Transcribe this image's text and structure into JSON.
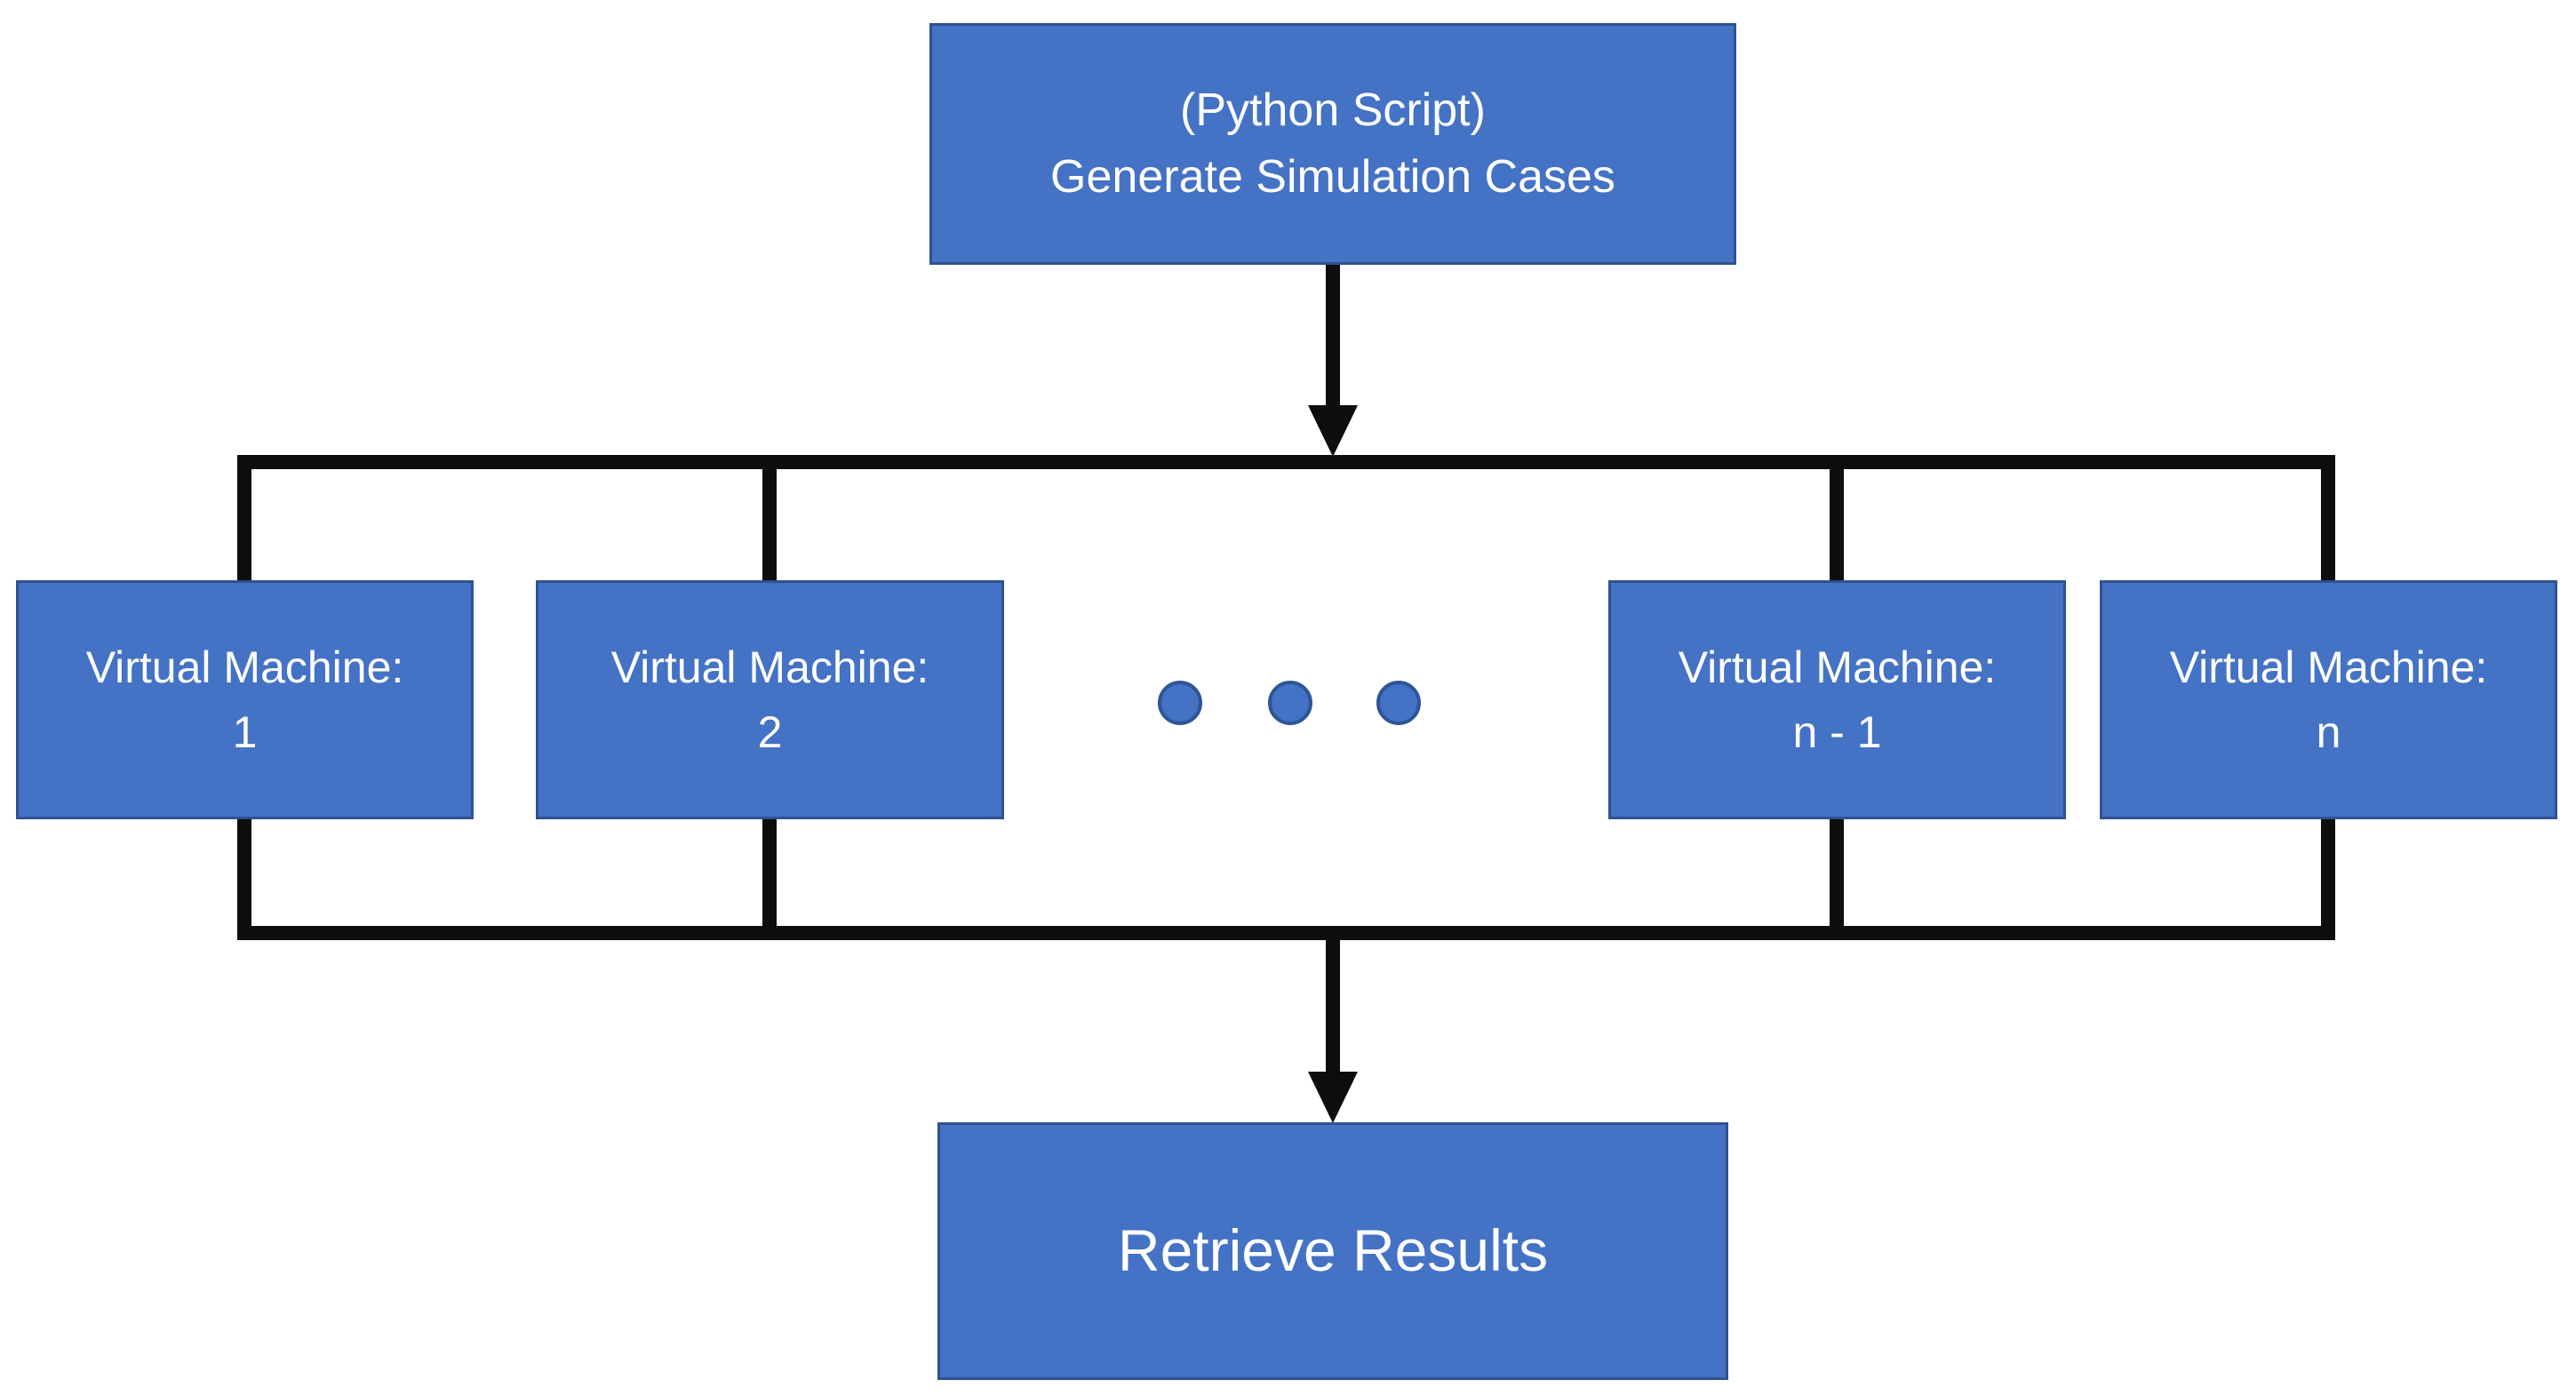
{
  "diagram": {
    "type": "flowchart",
    "nodes": {
      "generator": {
        "line1": "(Python Script)",
        "line2": "Generate Simulation Cases"
      },
      "vm1": {
        "line1": "Virtual Machine:",
        "line2": "1"
      },
      "vm2": {
        "line1": "Virtual Machine:",
        "line2": "2"
      },
      "vm_n_minus_1": {
        "line1": "Virtual Machine:",
        "line2": "n - 1"
      },
      "vm_n": {
        "line1": "Virtual Machine:",
        "line2": "n"
      },
      "retrieve": {
        "label": "Retrieve Results"
      }
    },
    "ellipsis": {
      "dot_count": 3
    },
    "edges": [
      "generator -> fan-out bus",
      "bus -> vm1",
      "bus -> vm2",
      "bus -> vm_n_minus_1",
      "bus -> vm_n",
      "vm1 -> collect bus",
      "vm2 -> collect bus",
      "vm_n_minus_1 -> collect bus",
      "vm_n -> collect bus",
      "collect bus -> retrieve"
    ],
    "colors": {
      "node_fill": "#4472C4",
      "node_border": "#2F528F",
      "dot_fill": "#4472C4",
      "dot_border": "#2E5595",
      "connector": "#0D0D0D",
      "text": "#FFFFFF",
      "background": "#FFFFFF"
    }
  }
}
